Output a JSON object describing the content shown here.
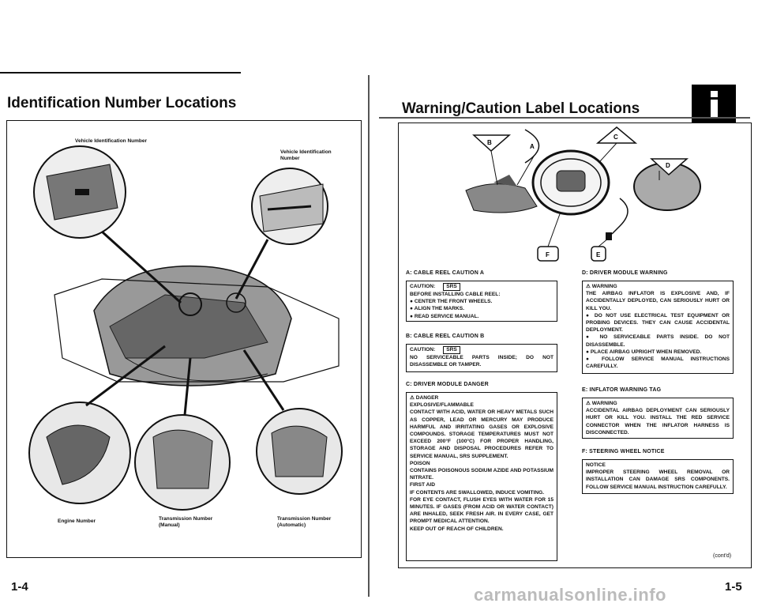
{
  "left_page": {
    "title": "Identification Number Locations",
    "labels": {
      "vin_top_left": "Vehicle Identification Number",
      "vin_top_right": "Vehicle Identification Number",
      "engine_number": "Engine Number",
      "transmission_manual": "Transmission Number (Manual)",
      "transmission_automatic": "Transmission Number (Automatic)"
    },
    "page_number": "1-4"
  },
  "right_page": {
    "title": "Warning/Caution Label Locations",
    "section_icon": "info-icon",
    "diagram_letters": [
      "A",
      "B",
      "C",
      "D",
      "E",
      "F"
    ],
    "page_number": "1-5",
    "footer_note": "(cont'd)",
    "sections": {
      "a": {
        "heading": "A: CABLE REEL CAUTION A",
        "caution": "CAUTION:",
        "badge": "SRS",
        "lines": [
          "BEFORE INSTALLING CABLE REEL:",
          "● CENTER THE FRONT WHEELS.",
          "● ALIGN THE MARKS.",
          "● READ SERVICE MANUAL."
        ]
      },
      "b": {
        "heading": "B: CABLE REEL CAUTION B",
        "caution": "CAUTION:",
        "badge": "SRS",
        "text": "NO SERVICEABLE PARTS INSIDE; DO NOT DISASSEMBLE OR TAMPER."
      },
      "c": {
        "heading": "C: DRIVER MODULE DANGER",
        "lines": [
          "⚠ DANGER",
          "EXPLOSIVE/FLAMMABLE",
          "CONTACT WITH ACID, WATER OR HEAVY METALS SUCH AS COPPER, LEAD OR MERCURY MAY PRODUCE HARMFUL AND IRRITATING GASES OR EXPLOSIVE COMPOUNDS. STORAGE TEMPERATURES MUST NOT EXCEED 200°F (100°C) FOR PROPER HANDLING, STORAGE AND DISPOSAL PROCEDURES REFER TO SERVICE MANUAL, SRS SUPPLEMENT.",
          "POISON",
          "CONTAINS POISONOUS SODIUM AZIDE AND POTASSIUM NITRATE.",
          "FIRST AID",
          "IF CONTENTS ARE SWALLOWED, INDUCE VOMITING.",
          "FOR EYE CONTACT, FLUSH EYES WITH WATER FOR 15 MINUTES. IF GASES (FROM ACID OR WATER CONTACT) ARE INHALED, SEEK FRESH AIR. IN EVERY CASE, GET PROMPT MEDICAL ATTENTION.",
          "KEEP OUT OF REACH OF CHILDREN."
        ]
      },
      "d": {
        "heading": "D: DRIVER MODULE WARNING",
        "lines": [
          "⚠ WARNING",
          "THE AIRBAG INFLATOR IS EXPLOSIVE AND, IF ACCIDENTALLY DEPLOYED, CAN SERIOUSLY HURT OR KILL YOU.",
          "● DO NOT USE ELECTRICAL TEST EQUIPMENT OR PROBING DEVICES. THEY CAN CAUSE ACCIDENTAL DEPLOYMENT.",
          "● NO SERVICEABLE PARTS INSIDE. DO NOT DISASSEMBLE.",
          "● PLACE AIRBAG UPRIGHT WHEN REMOVED.",
          "● FOLLOW SERVICE MANUAL INSTRUCTIONS CAREFULLY."
        ]
      },
      "e": {
        "heading": "E: INFLATOR WARNING TAG",
        "lines": [
          "⚠ WARNING",
          "ACCIDENTAL AIRBAG DEPLOYMENT CAN SERIOUSLY HURT OR KILL YOU. INSTALL THE RED SERVICE CONNECTOR WHEN THE INFLATOR HARNESS IS DISCONNECTED."
        ]
      },
      "f": {
        "heading": "F: STEERING WHEEL NOTICE",
        "lines": [
          "NOTICE",
          "IMPROPER STEERING WHEEL REMOVAL OR INSTALLATION CAN DAMAGE SRS COMPONENTS. FOLLOW SERVICE MANUAL INSTRUCTION CAREFULLY."
        ]
      }
    }
  },
  "watermark": "carmanualsonline.info"
}
